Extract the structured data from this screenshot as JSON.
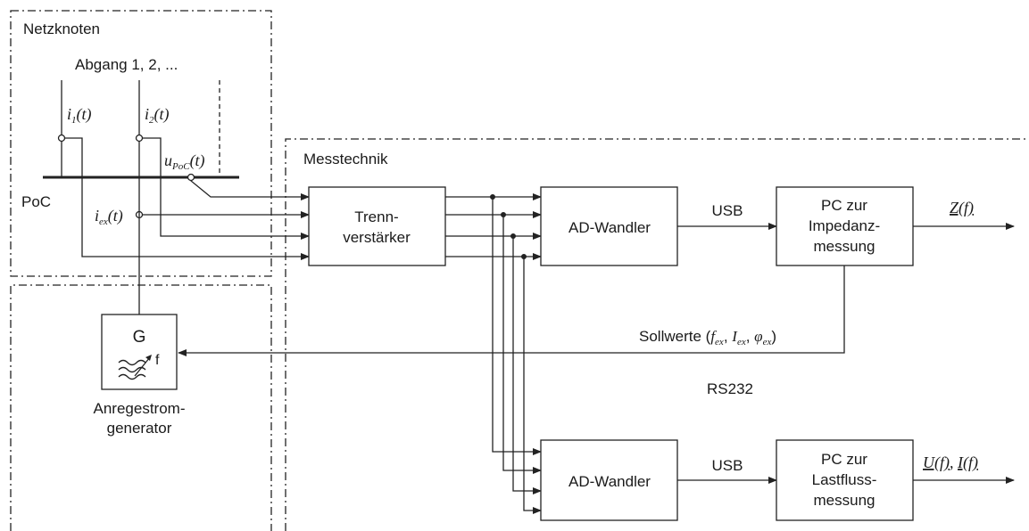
{
  "regions": {
    "netzknoten": "Netzknoten",
    "messtechnik": "Messtechnik"
  },
  "grid": {
    "abgang": "Abgang 1, 2, ...",
    "poc": "PoC",
    "i1": "i",
    "i1_sub": "1",
    "i1_tail": "(t)",
    "i2": "i",
    "i2_sub": "2",
    "i2_tail": "(t)",
    "u_poc": "u",
    "u_poc_sub": "PoC",
    "u_poc_tail": "(t)",
    "iex": "i",
    "iex_sub": "ex",
    "iex_tail": "(t)"
  },
  "blocks": {
    "trenn_line1": "Trenn-",
    "trenn_line2": "verstärker",
    "ad1": "AD-Wandler",
    "ad2": "AD-Wandler",
    "pc_imp_line1": "PC zur",
    "pc_imp_line2": "Impedanz-",
    "pc_imp_line3": "messung",
    "pc_last_line1": "PC zur",
    "pc_last_line2": "Lastfluss-",
    "pc_last_line3": "messung",
    "gen_symbol": "G",
    "gen_f": "f",
    "gen_label1": "Anregestrom-",
    "gen_label2": "generator"
  },
  "signals": {
    "usb1": "USB",
    "usb2": "USB",
    "z_out": "Z(f)",
    "ui_out_u": "U(f)",
    "ui_out_sep": ", ",
    "ui_out_i": "I(f)",
    "sollwerte": "Sollwerte (",
    "f_ex": "f",
    "f_ex_sub": "ex",
    "i_ex": "I",
    "i_ex_sub": "ex",
    "phi_ex": "φ",
    "phi_ex_sub": "ex",
    "comma": ", ",
    "close_paren": ")",
    "rs232": "RS232"
  }
}
